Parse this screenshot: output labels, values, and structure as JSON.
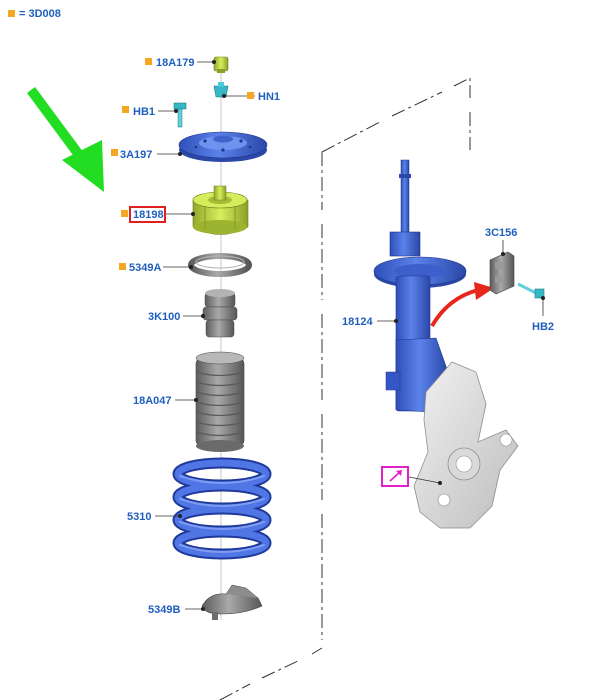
{
  "legend": {
    "text": "= 3D008"
  },
  "labels": {
    "l18A179": "18A179",
    "lHN1": "HN1",
    "lHB1": "HB1",
    "l3A197": "3A197",
    "l18198": "18198",
    "l5349A": "5349A",
    "l3K100": "3K100",
    "l18A047": "18A047",
    "l5310": "5310",
    "l5349B": "5349B",
    "l18124": "18124",
    "l3C156": "3C156",
    "lHB2": "HB2"
  },
  "colors": {
    "label_blue": "#1f5fbf",
    "marker_orange": "#f5a623",
    "highlight_box_red": "#e02020",
    "arrow_green": "#22dd22",
    "arrow_red": "#e8261c",
    "callout_magenta": "#e020c8",
    "part_blue": "#3d64d8",
    "part_yellow_green": "#c8e04a",
    "part_gray": "#8a8a8a"
  },
  "icons": {
    "pointer_arrow": "green-arrow-icon",
    "rotation_arrow": "red-curved-arrow-icon",
    "callout": "zoom-callout-icon",
    "legend_marker": "orange-square-icon"
  }
}
